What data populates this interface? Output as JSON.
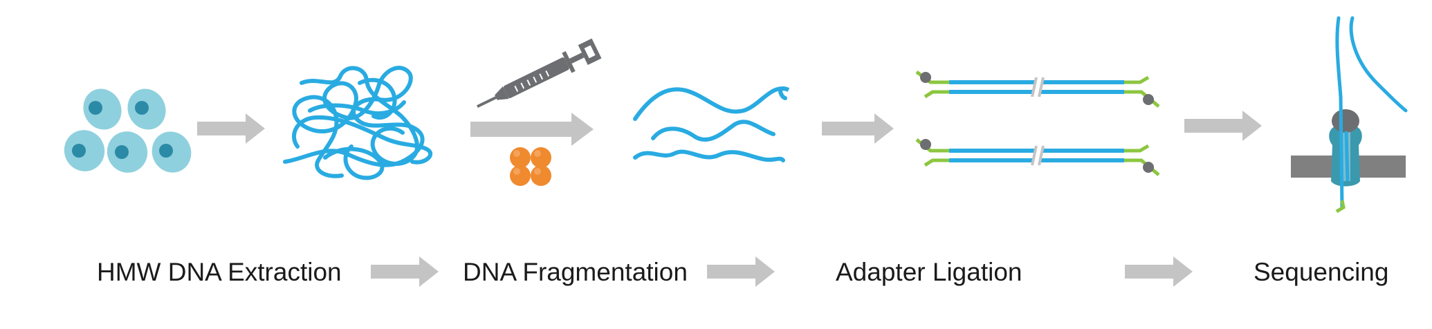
{
  "steps": [
    {
      "label": "HMW DNA Extraction"
    },
    {
      "label": "DNA Fragmentation"
    },
    {
      "label": "Adapter Ligation"
    },
    {
      "label": "Sequencing"
    }
  ],
  "colors": {
    "dna": "#29abe2",
    "cell": "#8fd0de",
    "nucleus": "#2b8aa6",
    "arrow": "#c4c4c4",
    "adapter": "#8cc63f",
    "motor": "#8a8a8a",
    "bead": "#f08a2e",
    "pore": "#3b99ae",
    "membrane": "#808080"
  },
  "icons": [
    "cells-icon",
    "tangled-dna-icon",
    "syringe-icon",
    "beads-icon",
    "fragmented-dna-icon",
    "adapter-ligated-dna-icon",
    "nanopore-icon",
    "arrow-icon"
  ]
}
